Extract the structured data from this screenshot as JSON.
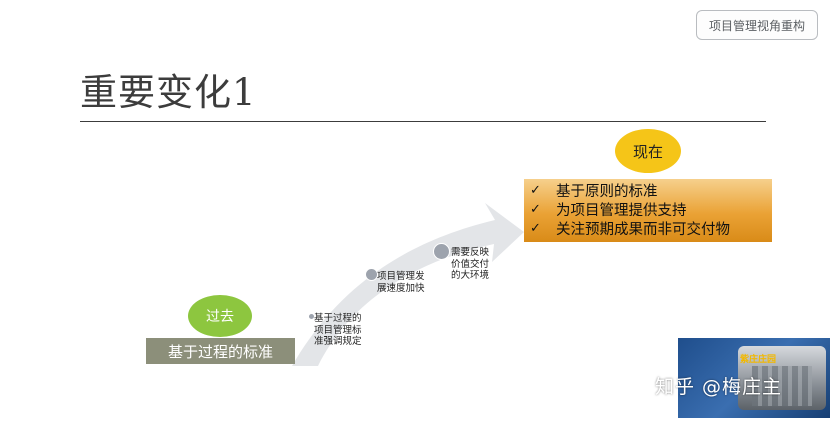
{
  "header": {
    "tag_button_label": "项目管理视角重构"
  },
  "slide": {
    "title": "重要变化1"
  },
  "now": {
    "badge": "现在",
    "items": [
      "基于原则的标准",
      "为项目管理提供支持",
      "关注预期成果而非可交付物"
    ],
    "check_symbol": "✓"
  },
  "past": {
    "badge": "过去",
    "label": "基于过程的标准"
  },
  "milestones": [
    {
      "text": "基于过程的\n项目管理标\n准强调规定"
    },
    {
      "text": "项目管理发\n展速度加快"
    },
    {
      "text": "需要反映\n价值交付\n的大环境"
    }
  ],
  "watermark": {
    "text": "知乎 @梅庄主",
    "logo_text": "紫庄庄园"
  },
  "colors": {
    "now_badge": "#f5c518",
    "now_box": "#eaa235",
    "past_badge": "#8dc63f",
    "past_box": "#8c8f7a",
    "arrow": "#e3e5e8"
  }
}
